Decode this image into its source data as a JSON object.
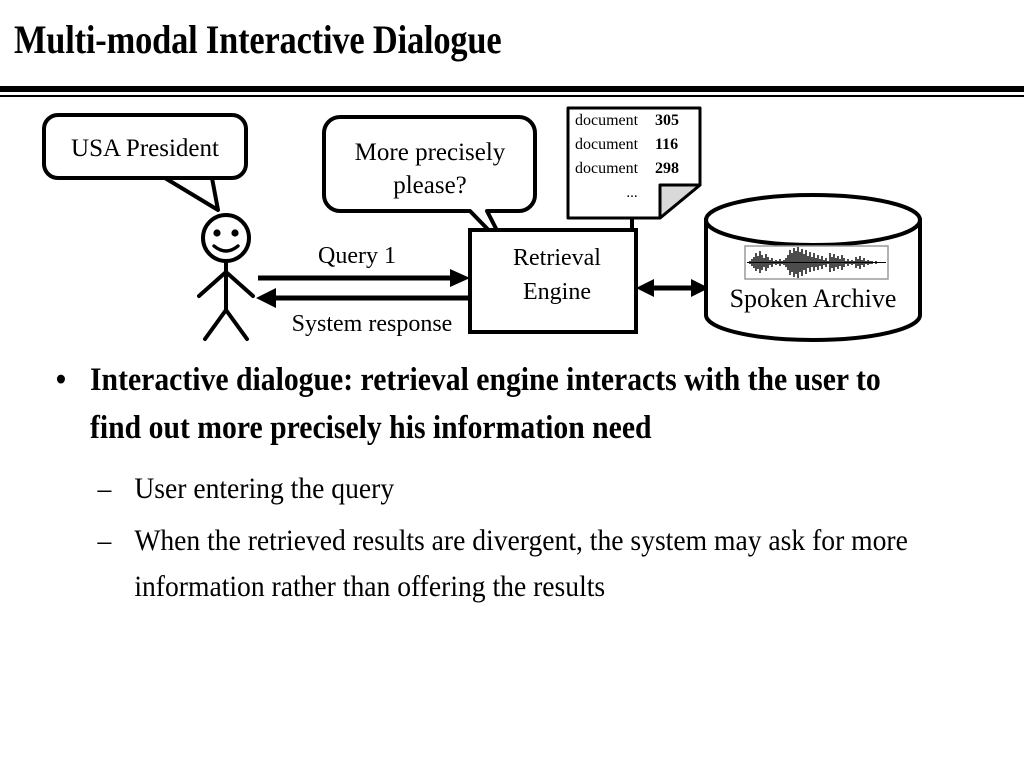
{
  "slide": {
    "title": "Multi-modal Interactive  Dialogue"
  },
  "diagram": {
    "user_bubble": {
      "text": "USA President",
      "name": "usa-president-speech-bubble"
    },
    "system_bubble": {
      "line1": "More precisely",
      "line2": "please?"
    },
    "document_note": {
      "rows": [
        {
          "label": "document",
          "value": "305"
        },
        {
          "label": "document",
          "value": "116"
        },
        {
          "label": "document",
          "value": "298"
        }
      ],
      "ellipsis": "..."
    },
    "engine_box": {
      "line1": "Retrieval",
      "line2": "Engine"
    },
    "archive": {
      "label": "Spoken Archive",
      "waveform_alt": "speech-waveform"
    },
    "arrows": {
      "query_label": "Query 1",
      "response_label": "System response"
    },
    "actor": {
      "name": "stick-figure-user"
    }
  },
  "body": {
    "bullet_marker": "•",
    "subbullet_marker": "–",
    "bullets": [
      {
        "level": 1,
        "text": "Interactive dialogue: retrieval engine interacts with the user to find out more precisely his information need"
      },
      {
        "level": 2,
        "text": "User entering the query"
      },
      {
        "level": 2,
        "text": "When the retrieved results are divergent, the system may ask for more information rather than offering the results"
      }
    ]
  },
  "colors": {
    "ink": "#000000",
    "background": "#ffffff",
    "fold_fill": "#d9d9d9",
    "waveform_border": "#9a9a9a"
  }
}
